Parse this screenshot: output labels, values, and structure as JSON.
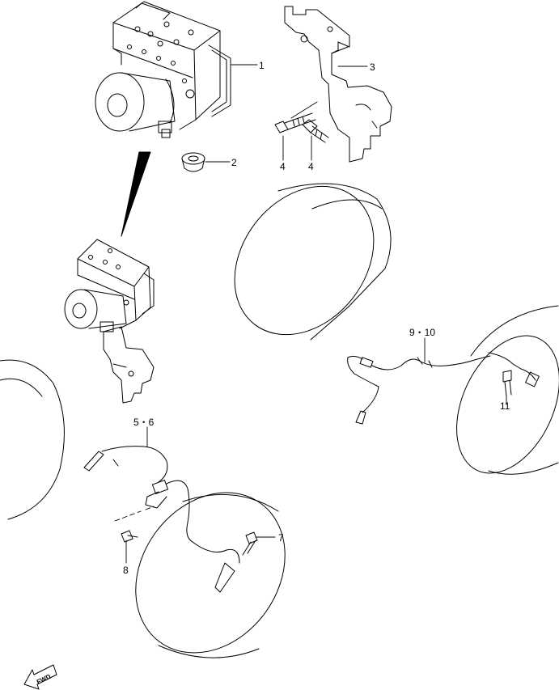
{
  "callouts": {
    "c1": "1",
    "c2": "2",
    "c3": "3",
    "c4a": "4",
    "c4b": "4",
    "c5_6": "5・6",
    "c7": "7",
    "c8": "8",
    "c9_10": "9・10",
    "c11": "11"
  },
  "fwd_label": "FWD",
  "colors": {
    "line": "#000000",
    "background": "#ffffff"
  },
  "icons": {
    "direction": "fwd-arrow-icon"
  }
}
